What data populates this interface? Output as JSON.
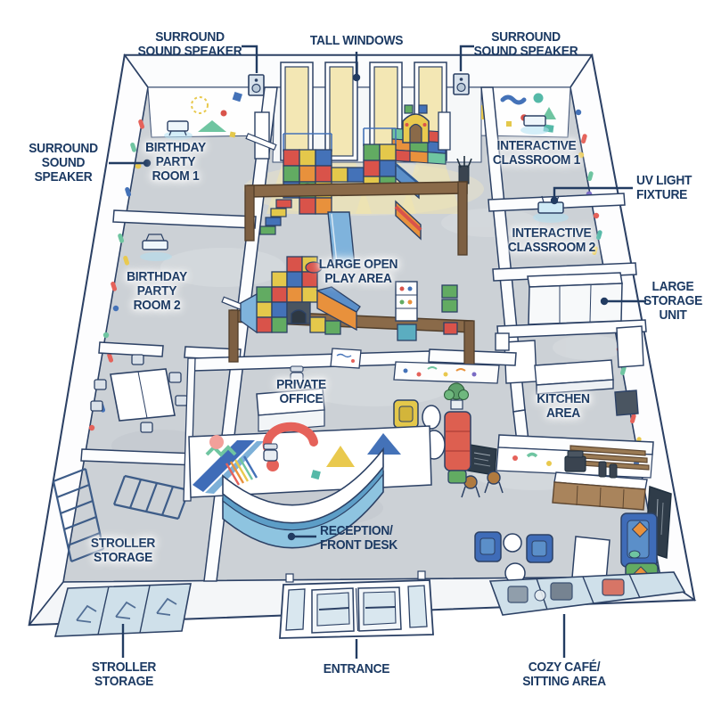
{
  "diagram": {
    "type": "isometric-floor-plan",
    "subject": "children's indoor play center"
  },
  "callouts": {
    "speaker_top_left": "SURROUND\nSOUND SPEAKER",
    "tall_windows": "TALL WINDOWS",
    "speaker_top_right": "SURROUND\nSOUND SPEAKER",
    "speaker_left": "SURROUND\nSOUND\nSPEAKER",
    "uv_light": "UV LIGHT\nFIXTURE",
    "large_storage": "LARGE\nSTORAGE\nUNIT",
    "reception": "RECEPTION/\nFRONT DESK",
    "stroller_storage_bottom": "STROLLER\nSTORAGE",
    "entrance": "ENTRANCE",
    "cozy_cafe": "COZY CAFÉ/\nSITTING AREA"
  },
  "rooms": {
    "birthday_party_room_1": "BIRTHDAY\nPARTY\nROOM 1",
    "birthday_party_room_2": "BIRTHDAY\nPARTY\nROOM 2",
    "interactive_classroom_1": "INTERACTIVE\nCLASSROOM 1",
    "interactive_classroom_2": "INTERACTIVE\nCLASSROOM 2",
    "large_open_play_area": "LARGE OPEN\nPLAY AREA",
    "private_office": "PRIVATE\nOFFICE",
    "kitchen_area": "KITCHEN\nAREA",
    "stroller_storage_room": "STROLLER\nSTORAGE"
  },
  "colors": {
    "label_navy": "#1c3a63",
    "outline_navy": "#2c4165",
    "floor_gray": "#ccd1d6",
    "sunlight_yellow": "#f4e5a9",
    "glass_blue": "#cfe0ea",
    "wood_brown": "#8a6a49",
    "reception_blue": "#8ec4e0",
    "confetti_palette": [
      "#e5625a",
      "#4472b8",
      "#e9c94e",
      "#6fc5a1",
      "#7a6bc4",
      "#f2a09a",
      "#55b9a8"
    ],
    "softplay_palette": [
      "#d9534a",
      "#e4c84b",
      "#4472b8",
      "#62ab62",
      "#e8913c",
      "#5b8fc9"
    ]
  }
}
